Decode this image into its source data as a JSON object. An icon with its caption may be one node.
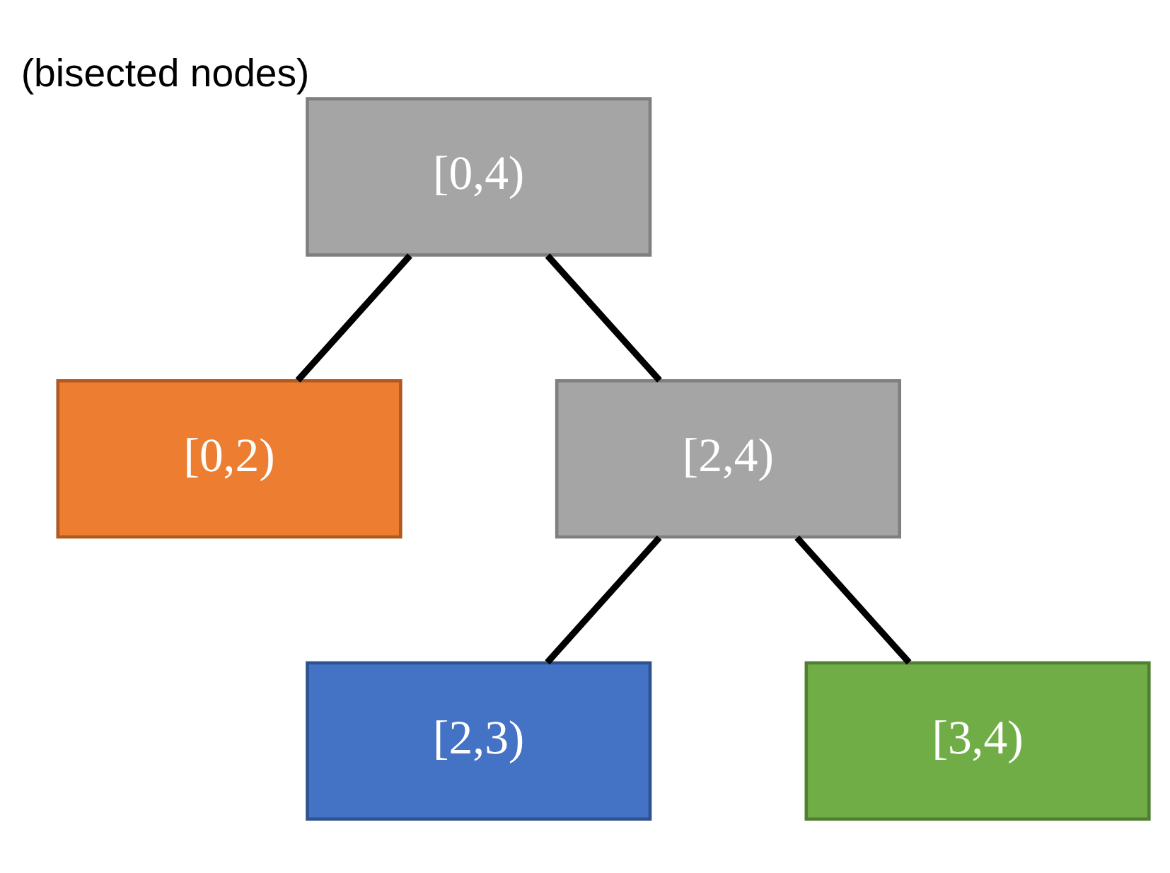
{
  "diagram": {
    "nodes": [
      {
        "text": [
          "[0,4)"
        ],
        "beside": [
          "(bisected nodes)"
        ]
      },
      {
        "text": [
          "[0,2)"
        ]
      },
      {
        "text": [
          "[2,4)"
        ]
      },
      {
        "text": [
          "[2,3)"
        ]
      },
      {
        "text": [
          "[3,4)"
        ]
      }
    ],
    "edges": [
      {
        "from": 0,
        "to": 1,
        "arrow": "none"
      },
      {
        "from": 0,
        "to": 2,
        "arrow": "none"
      },
      {
        "from": 2,
        "to": 3,
        "arrow": "none"
      },
      {
        "from": 2,
        "to": 4,
        "arrow": "none"
      }
    ]
  }
}
